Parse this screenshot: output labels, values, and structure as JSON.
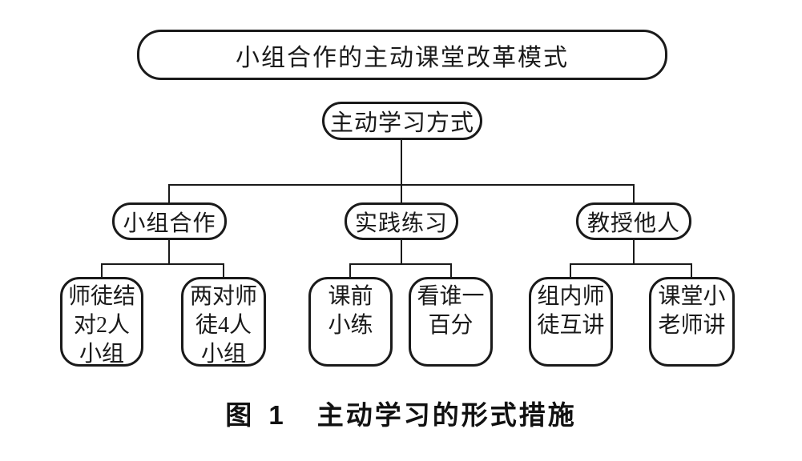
{
  "diagram": {
    "root": {
      "label": "小组合作的主动课堂改革模式"
    },
    "level2": {
      "label": "主动学习方式"
    },
    "branches": [
      {
        "label": "小组合作"
      },
      {
        "label": "实践练习"
      },
      {
        "label": "教授他人"
      }
    ],
    "leaves": [
      {
        "label": "师徒结对2人小组",
        "lines": [
          "师徒结",
          "对2人",
          "小组"
        ]
      },
      {
        "label": "两对师徒4人小组",
        "lines": [
          "两对师",
          "徒4人",
          "小组"
        ]
      },
      {
        "label": "课前小练",
        "lines": [
          "课前",
          "小练"
        ]
      },
      {
        "label": "看谁一百分",
        "lines": [
          "看谁一",
          "百分"
        ]
      },
      {
        "label": "组内师徒互讲",
        "lines": [
          "组内师",
          "徒互讲"
        ]
      },
      {
        "label": "课堂小老师讲",
        "lines": [
          "课堂小",
          "老师讲"
        ]
      }
    ],
    "caption": {
      "figure_label": "图 1",
      "text": "主动学习的形式措施"
    },
    "colors": {
      "line": "#1a1a1a",
      "background": "#ffffff",
      "text": "#1a1a1a"
    }
  }
}
